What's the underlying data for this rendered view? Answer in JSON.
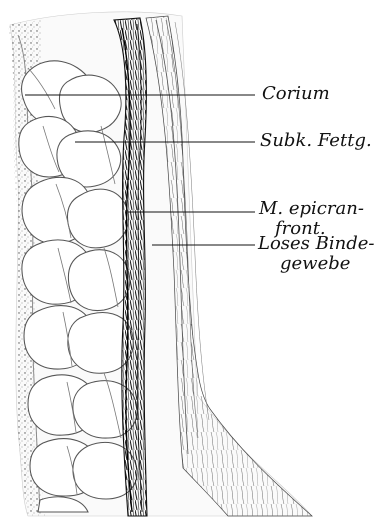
{
  "diagram": {
    "labels": [
      {
        "lines": [
          "Corium"
        ]
      },
      {
        "lines": [
          "Subk. Fettg."
        ]
      },
      {
        "lines": [
          "M. epicran-",
          "front."
        ]
      },
      {
        "lines": [
          "Loses Binde-",
          "gewebe"
        ]
      }
    ]
  }
}
